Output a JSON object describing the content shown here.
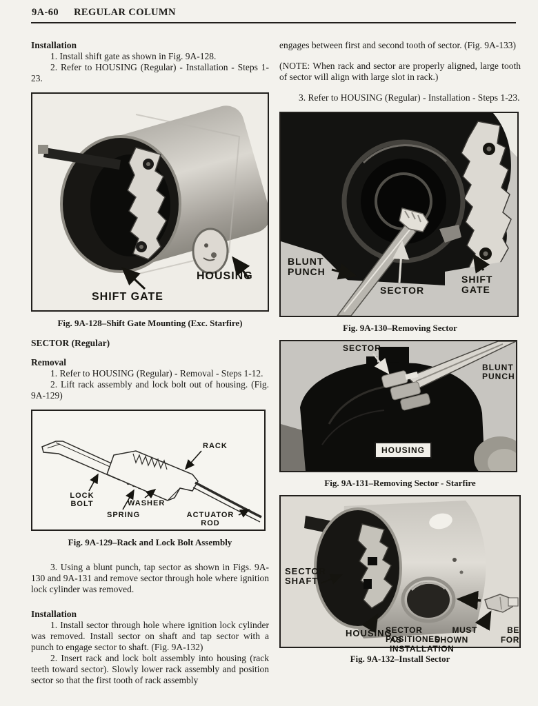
{
  "colors": {
    "paper": "#f3f2ed",
    "ink": "#1c1b18"
  },
  "header": {
    "page_number": "9A-60",
    "title": "REGULAR COLUMN"
  },
  "left": {
    "installation_heading": "Installation",
    "install_step1": "1. Install shift gate as shown in Fig. 9A-128.",
    "install_step2": "2. Refer to HOUSING (Regular) - Installation - Steps 1-23.",
    "sector_heading": "SECTOR (Regular)",
    "removal_heading": "Removal",
    "removal_step1": "1. Refer to HOUSING (Regular) - Removal - Steps 1-12.",
    "removal_step2": "2. Lift rack assembly and lock bolt out of housing. (Fig. 9A-129)",
    "removal_step3": "3. Using a blunt punch, tap sector as shown in Figs. 9A-130 and 9A-131 and remove sector through hole where ignition lock cylinder was removed.",
    "installation2_heading": "Installation",
    "installation2_step1": "1. Install sector through hole where ignition lock cylinder was removed. Install sector on shaft and tap sector with a punch to engage sector to shaft. (Fig. 9A-132)",
    "installation2_step2": "2. Insert rack and lock bolt assembly into housing (rack teeth toward sector). Slowly lower rack assembly and position sector so that the first tooth of rack assembly"
  },
  "right": {
    "continuation": "engages between first and second tooth of sector. (Fig. 9A-133)",
    "note": "(NOTE: When rack and sector are properly aligned, large tooth of sector will align with large slot in rack.)",
    "install_step3": "3. Refer to HOUSING (Regular) - Installation - Steps 1-23."
  },
  "figures": {
    "f128": {
      "caption": "Fig. 9A-128–Shift Gate Mounting (Exc. Starfire)",
      "labels": {
        "shift_gate": "SHIFT GATE",
        "housing": "HOUSING"
      }
    },
    "f129": {
      "caption": "Fig. 9A-129–Rack and Lock Bolt Assembly",
      "labels": {
        "rack": "RACK",
        "lock_bolt": "LOCK BOLT",
        "spring": "SPRING",
        "washer": "WASHER",
        "actuator_rod": "ACTUATOR ROD"
      }
    },
    "f130": {
      "caption": "Fig. 9A-130–Removing Sector",
      "labels": {
        "blunt_punch": "BLUNT PUNCH",
        "sector": "SECTOR",
        "shift_gate": "SHIFT GATE"
      }
    },
    "f131": {
      "caption": "Fig. 9A-131–Removing Sector - Starfire",
      "labels": {
        "sector": "SECTOR",
        "blunt_punch": "BLUNT PUNCH",
        "housing": "HOUSING"
      }
    },
    "f132": {
      "caption": "Fig. 9A-132–Install Sector",
      "labels": {
        "sector_shaft": "SECTOR SHAFT",
        "housing": "HOUSING",
        "note1": "SECTOR MUST BE POSITIONED",
        "note2": "AS SHOWN FOR INSTALLATION"
      }
    }
  }
}
